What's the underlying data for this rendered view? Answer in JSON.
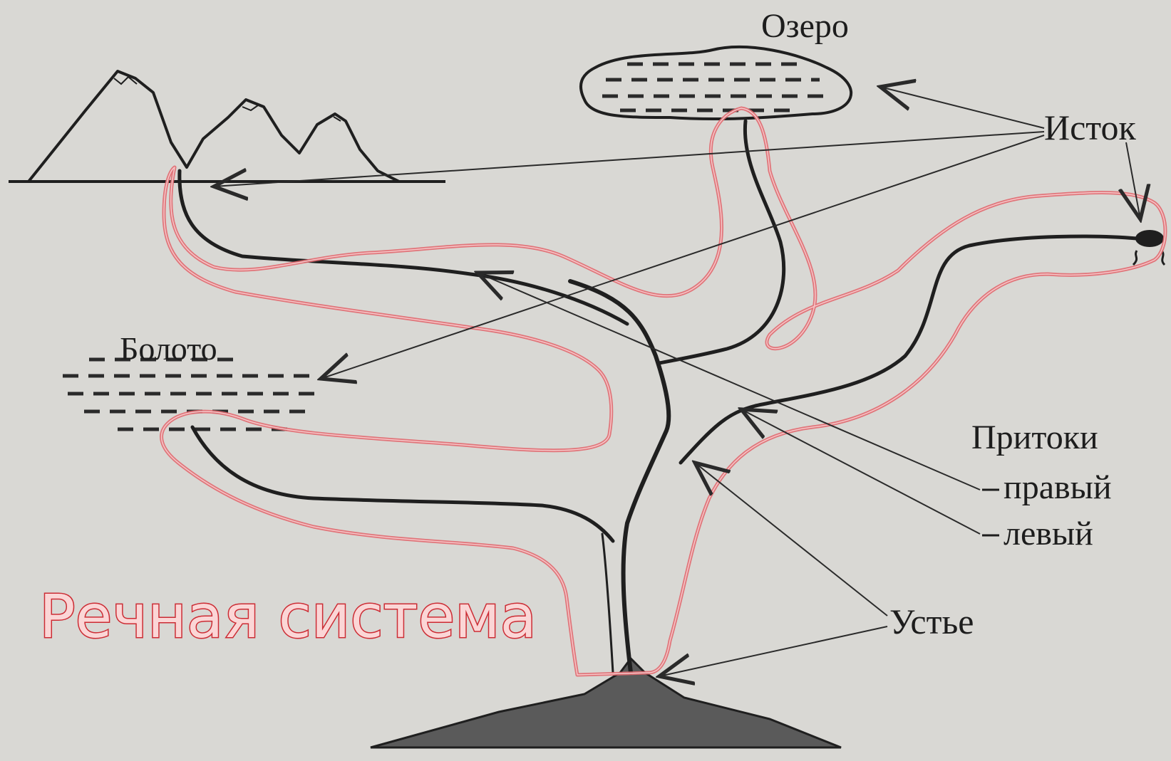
{
  "labels": {
    "lake": "Озеро",
    "source": "Исток",
    "swamp": "Болото",
    "tributaries": "Притоки",
    "right": "правый",
    "left": "левый",
    "mouth": "Устье"
  },
  "title": "Речная система",
  "colors": {
    "background": "#d9d8d4",
    "ink": "#1f1f1f",
    "highlight": "#e06a70",
    "title_fill": "#fbd6d6",
    "title_stroke": "#cc2b33"
  }
}
